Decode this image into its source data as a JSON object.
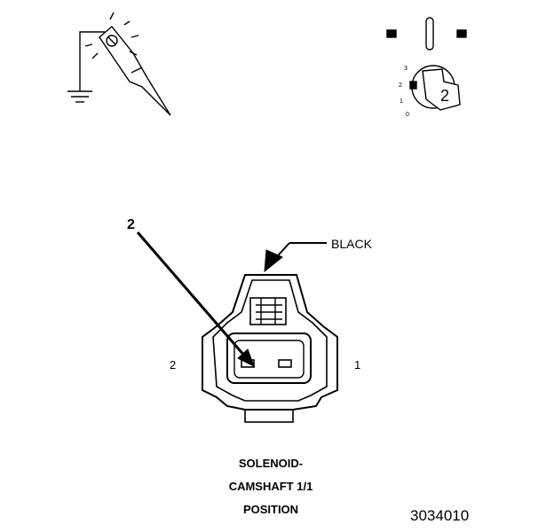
{
  "connector": {
    "wire_color": "BLACK",
    "callout_number": "2",
    "pin_left": "2",
    "pin_right": "1"
  },
  "caption": [
    "SOLENOID-",
    "CAMSHAFT 1/1",
    "POSITION"
  ],
  "figure_number": "3034010",
  "meter_icon": {
    "dial_marks": [
      "3",
      "2",
      "1",
      "0"
    ],
    "dial_setting": "2"
  },
  "icons": [
    "ground-probe-icon",
    "multimeter-dial-icon",
    "connector-face-view"
  ]
}
